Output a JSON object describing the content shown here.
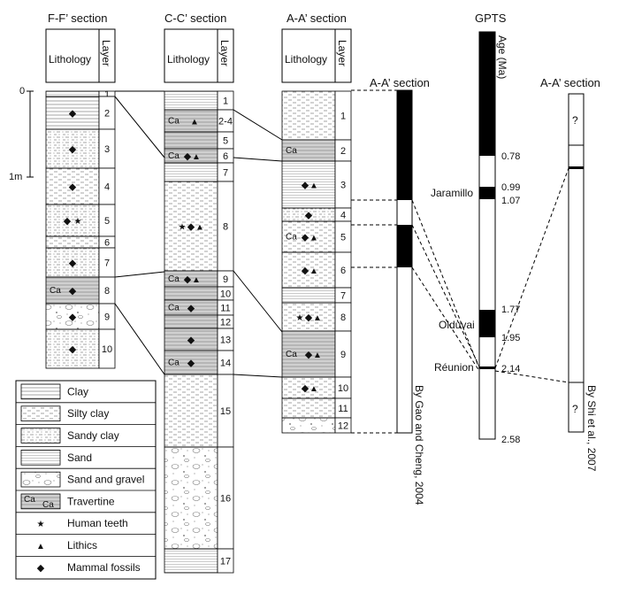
{
  "sections": {
    "ff": {
      "title": "F-F’ section",
      "lithology_header": "Lithology",
      "layer_header": "Layer",
      "layers": [
        "1",
        "2",
        "3",
        "4",
        "5",
        "6",
        "7",
        "8",
        "9",
        "10"
      ]
    },
    "cc": {
      "title": "C-C’ section",
      "lithology_header": "Lithology",
      "layer_header": "Layer",
      "layers": [
        "1",
        "2-4",
        "5",
        "6",
        "7",
        "8",
        "9",
        "10",
        "11",
        "12",
        "13",
        "14",
        "15",
        "16",
        "17"
      ]
    },
    "aa": {
      "title": "A-A’ section",
      "lithology_header": "Lithology",
      "layer_header": "Layer",
      "layers": [
        "1",
        "2",
        "3",
        "4",
        "5",
        "6",
        "7",
        "8",
        "9",
        "10",
        "11",
        "12"
      ]
    }
  },
  "scale": {
    "zero": "0",
    "one": "1m"
  },
  "ca_label": "Ca",
  "symbols": {
    "star": "★",
    "triangle": "▲",
    "diamond": "◆"
  },
  "gao": {
    "title": "A-A’ section",
    "credit": "By Gao and Cheng, 2004"
  },
  "gpts": {
    "title": "GPTS",
    "axis_label": "Age (Ma)",
    "ages": [
      "0.78",
      "0.99",
      "1.07",
      "1.77",
      "1.95",
      "2.14",
      "2.58"
    ],
    "events": [
      "Jaramillo",
      "Olduvai",
      "Réunion"
    ]
  },
  "shi": {
    "title": "A-A’ section",
    "unknown": "?",
    "credit": "By Shi et al., 2007"
  },
  "legend": [
    {
      "key": "clay",
      "label": "Clay"
    },
    {
      "key": "silty",
      "label": "Silty clay"
    },
    {
      "key": "sandyclay",
      "label": "Sandy clay"
    },
    {
      "key": "sand",
      "label": "Sand"
    },
    {
      "key": "gravel",
      "label": "Sand and gravel"
    },
    {
      "key": "trav",
      "label": "Travertine"
    },
    {
      "key": "star",
      "label": "Human teeth"
    },
    {
      "key": "tri",
      "label": "Lithics"
    },
    {
      "key": "dia",
      "label": "Mammal fossils"
    }
  ]
}
